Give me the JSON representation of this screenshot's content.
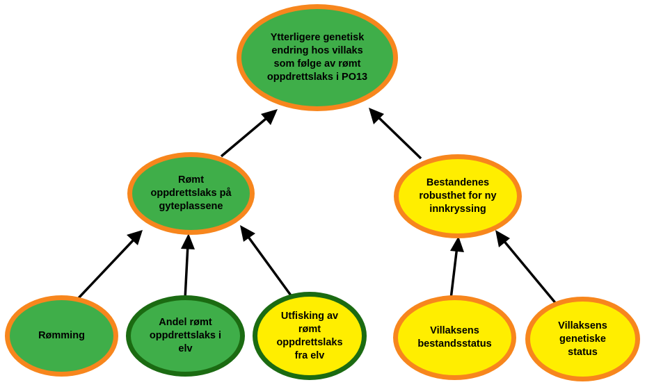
{
  "colors": {
    "green_fill": "#3fae49",
    "yellow_fill": "#ffee00",
    "orange_border": "#f7861d",
    "dark_green_border": "#1b6b12",
    "arrow": "#000000"
  },
  "nodes": {
    "top": {
      "label": "Ytterligere genetisk endring hos villaks som følge av rømt oppdrettslaks i PO13"
    },
    "spawning": {
      "label": "Rømt oppdrettslaks på gyteplassene"
    },
    "robustness": {
      "label": "Bestandenes robusthet for ny innkryssing"
    },
    "escape": {
      "label": "Rømming"
    },
    "share": {
      "label": "Andel rømt oppdrettslaks i elv"
    },
    "removal": {
      "label": "Utfisking av rømt oppdrettslaks fra elv"
    },
    "stock_status": {
      "label": "Villaksens bestandsstatus"
    },
    "genetic_status": {
      "label": "Villaksens genetiske status"
    }
  },
  "edges": [
    {
      "from": "spawning",
      "to": "top"
    },
    {
      "from": "robustness",
      "to": "top"
    },
    {
      "from": "escape",
      "to": "spawning"
    },
    {
      "from": "share",
      "to": "spawning"
    },
    {
      "from": "removal",
      "to": "spawning"
    },
    {
      "from": "stock_status",
      "to": "robustness"
    },
    {
      "from": "genetic_status",
      "to": "robustness"
    }
  ]
}
